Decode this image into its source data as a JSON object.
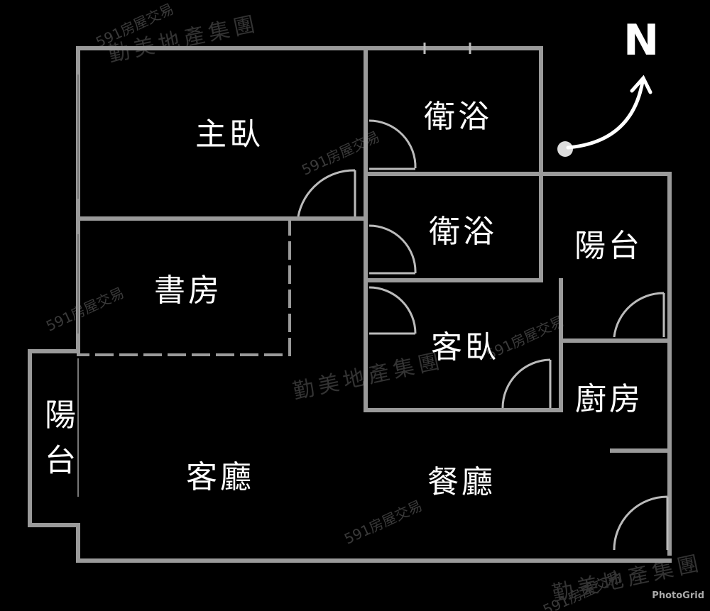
{
  "rooms": {
    "master_bedroom": "主臥",
    "bath_1": "衛浴",
    "bath_2": "衛浴",
    "balcony_east": "陽台",
    "study": "書房",
    "guest_bedroom": "客臥",
    "kitchen": "廚房",
    "balcony_west": "陽台",
    "living_room": "客廳",
    "dining_room": "餐廳"
  },
  "compass": {
    "north_label": "N"
  },
  "watermarks": {
    "agency": "勤美地產集團",
    "site": "591房屋交易",
    "app": "PhotoGrid"
  },
  "colors": {
    "wall": "#9a9a9a",
    "background": "#000000",
    "text": "#ffffff"
  }
}
